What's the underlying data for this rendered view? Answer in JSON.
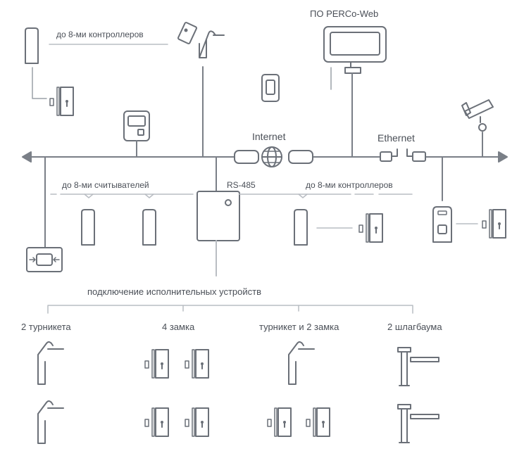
{
  "labels": {
    "top_controllers": "до 8-ми контроллеров",
    "software": "ПО PERCo-Web",
    "internet": "Internet",
    "ethernet": "Ethernet",
    "readers": "до 8-ми считывателей",
    "rs485": "RS-485",
    "mid_controllers": "до 8-ми контроллеров",
    "executive": "подключение исполнительных устройств",
    "turnstiles": "2 турникета",
    "locks": "4 замка",
    "turnstile_locks": "турникет и 2 замка",
    "barriers": "2 шлагбаума"
  },
  "colors": {
    "stroke": "#6b7078",
    "line": "#7a7f87",
    "light": "#b9bdc3"
  }
}
